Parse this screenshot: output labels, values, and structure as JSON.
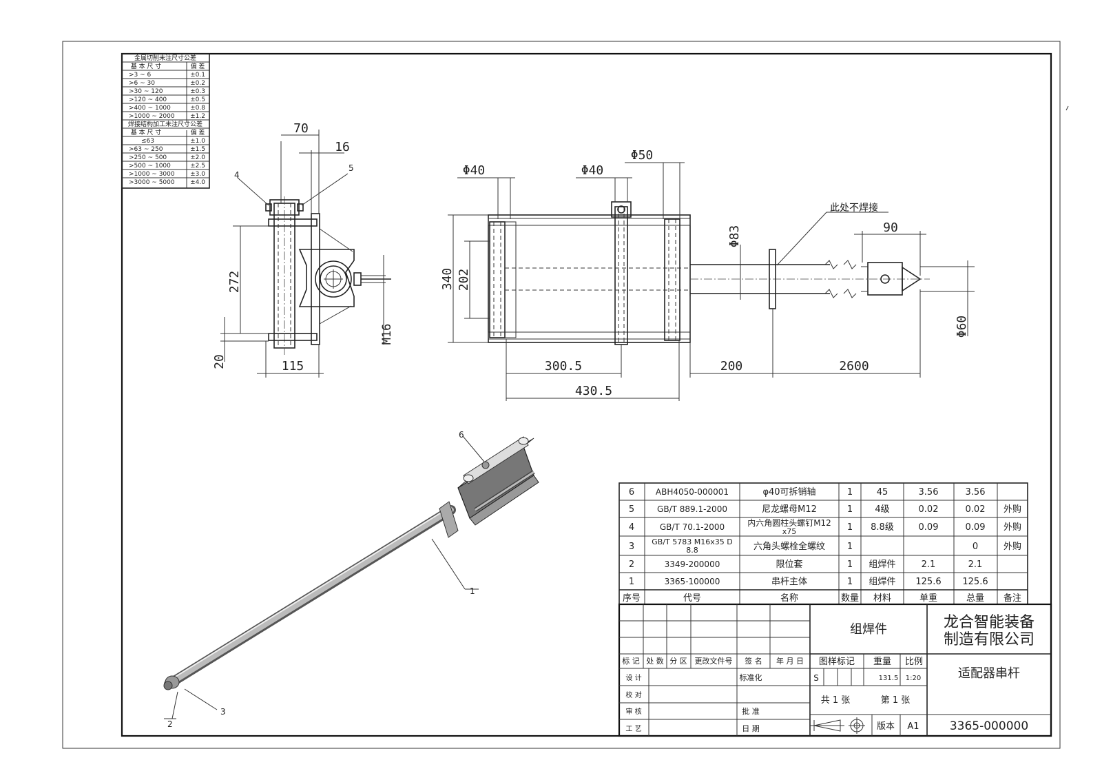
{
  "tolerance_table": {
    "machining_title": "金属切削未注尺寸公差",
    "machining_header": [
      "基 本 尺 寸",
      "偏 差"
    ],
    "machining_rows": [
      [
        ">3 ~ 6",
        "±0.1"
      ],
      [
        ">6 ~ 30",
        "±0.2"
      ],
      [
        ">30 ~ 120",
        "±0.3"
      ],
      [
        ">120 ~ 400",
        "±0.5"
      ],
      [
        ">400 ~ 1000",
        "±0.8"
      ],
      [
        ">1000 ~ 2000",
        "±1.2"
      ]
    ],
    "welding_title": "焊接结构加工未注尺寸公差",
    "welding_header": [
      "基 本 尺 寸",
      "偏 差"
    ],
    "welding_rows": [
      [
        "≤63",
        "±1.0"
      ],
      [
        ">63 ~ 250",
        "±1.5"
      ],
      [
        ">250 ~ 500",
        "±2.0"
      ],
      [
        ">500 ~ 1000",
        "±2.5"
      ],
      [
        ">1000 ~ 3000",
        "±3.0"
      ],
      [
        ">3000 ~ 5000",
        "±4.0"
      ]
    ]
  },
  "side_view": {
    "dims": {
      "d70": "70",
      "d16": "16",
      "d272": "272",
      "d20": "20",
      "d115": "115",
      "m16": "M16"
    },
    "balloons": {
      "b4": "4",
      "b5": "5"
    }
  },
  "front_view": {
    "dims": {
      "phi40a": "Φ40",
      "phi40b": "Φ40",
      "phi50": "Φ50",
      "phi83": "Φ83",
      "d90": "90",
      "d340": "340",
      "d202": "202",
      "phi60": "Φ60",
      "d300_5": "300.5",
      "d430_5": "430.5",
      "d200": "200",
      "d2600": "2600"
    },
    "note": "此处不焊接"
  },
  "iso_view": {
    "balloons": {
      "b1": "1",
      "b2": "2",
      "b3": "3",
      "b6": "6"
    }
  },
  "bom": {
    "rows": [
      {
        "no": "6",
        "code": "ABH4050-000001",
        "name": "φ40可拆销轴",
        "qty": "1",
        "material": "45",
        "unit_weight": "3.56",
        "total_weight": "3.56",
        "remark": ""
      },
      {
        "no": "5",
        "code": "GB/T 889.1-2000",
        "name": "尼龙螺母M12",
        "qty": "1",
        "material": "4级",
        "unit_weight": "0.02",
        "total_weight": "0.02",
        "remark": "外购"
      },
      {
        "no": "4",
        "code": "GB/T 70.1-2000",
        "name": "内六角圆柱头螺钉M12",
        "name2": "x75",
        "qty": "1",
        "material": "8.8级",
        "unit_weight": "0.09",
        "total_weight": "0.09",
        "remark": "外购"
      },
      {
        "no": "3",
        "code": "GB/T 5783 M16x35 D",
        "code2": "8.8",
        "name": "六角头螺栓全螺纹",
        "qty": "1",
        "material": "",
        "unit_weight": "",
        "total_weight": "0",
        "remark": "外购"
      },
      {
        "no": "2",
        "code": "3349-200000",
        "name": "限位套",
        "qty": "1",
        "material": "组焊件",
        "unit_weight": "2.1",
        "total_weight": "2.1",
        "remark": ""
      },
      {
        "no": "1",
        "code": "3365-100000",
        "name": "串杆主体",
        "qty": "1",
        "material": "组焊件",
        "unit_weight": "125.6",
        "total_weight": "125.6",
        "remark": ""
      }
    ],
    "header": {
      "no": "序号",
      "code": "代号",
      "name": "名称",
      "qty": "数量",
      "material": "材料",
      "unit_weight": "单重",
      "total_weight": "总量",
      "remark": "备注"
    }
  },
  "title_block": {
    "material_type": "组焊件",
    "company_line1": "龙合智能装备",
    "company_line2": "制造有限公司",
    "rev_headers": [
      "标 记",
      "处 数",
      "分 区",
      "更改文件号",
      "签 名",
      "年 月 日"
    ],
    "design": "设 计",
    "standard": "标准化",
    "check": "校 对",
    "review": "审 核",
    "approve": "批 准",
    "process": "工 艺",
    "date": "日 期",
    "stage_label": "图样标记",
    "weight_label": "重量",
    "scale_label": "比例",
    "stage_value": "S",
    "weight_value": "131.5",
    "scale_value": "1:20",
    "sheets_total": "共 1 张",
    "sheet_no": "第 1 张",
    "version_label": "版本",
    "version_value": "A1",
    "drawing_name": "适配器串杆",
    "drawing_no": "3365-000000"
  }
}
